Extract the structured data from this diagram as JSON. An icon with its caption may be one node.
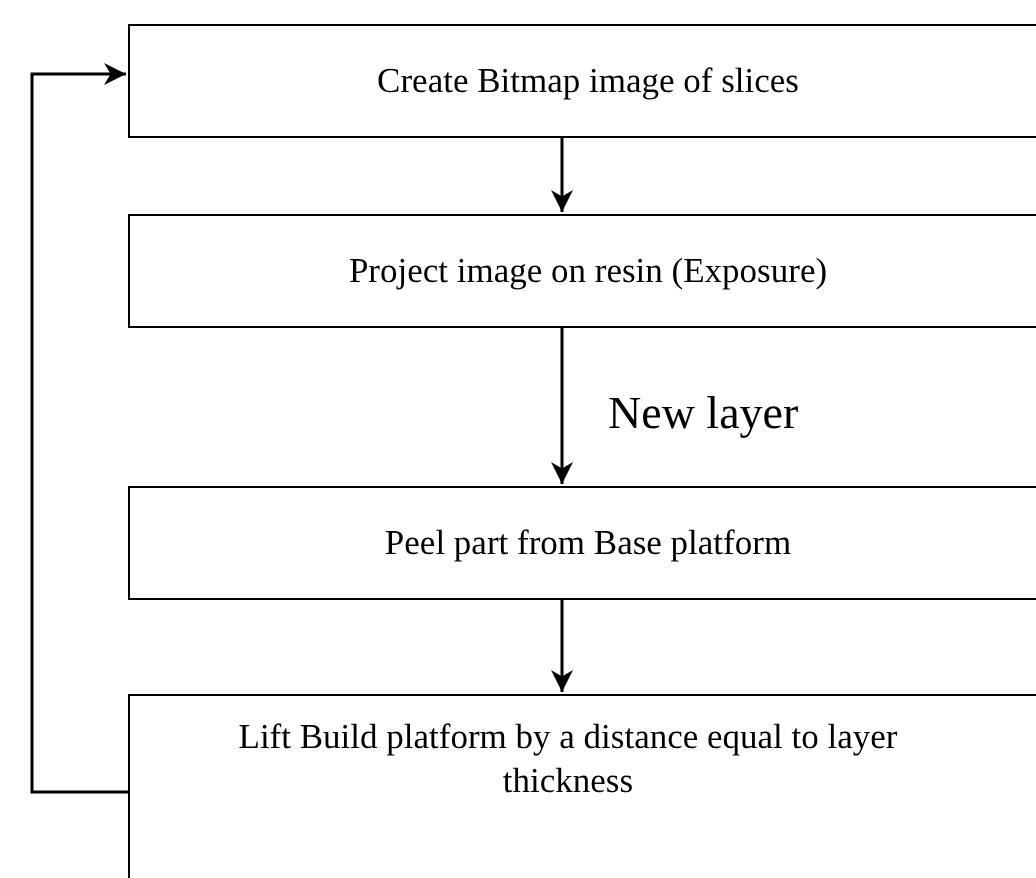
{
  "diagram": {
    "nodes": [
      {
        "text": [
          "Create Bitmap image of slices"
        ]
      },
      {
        "text": [
          "Project image on resin (Exposure)"
        ]
      },
      {
        "text": [
          "Peel part from Base platform"
        ]
      },
      {
        "text": [
          "Lift Build platform by a distance equal to layer thickness"
        ]
      }
    ],
    "edges": [
      {
        "from": 0,
        "to": 1,
        "arrow": "to"
      },
      {
        "from": 1,
        "to": 2,
        "arrow": "to",
        "label": "New layer"
      },
      {
        "from": 2,
        "to": 3,
        "arrow": "to"
      },
      {
        "from": 3,
        "to": 0,
        "arrow": "to"
      }
    ]
  }
}
